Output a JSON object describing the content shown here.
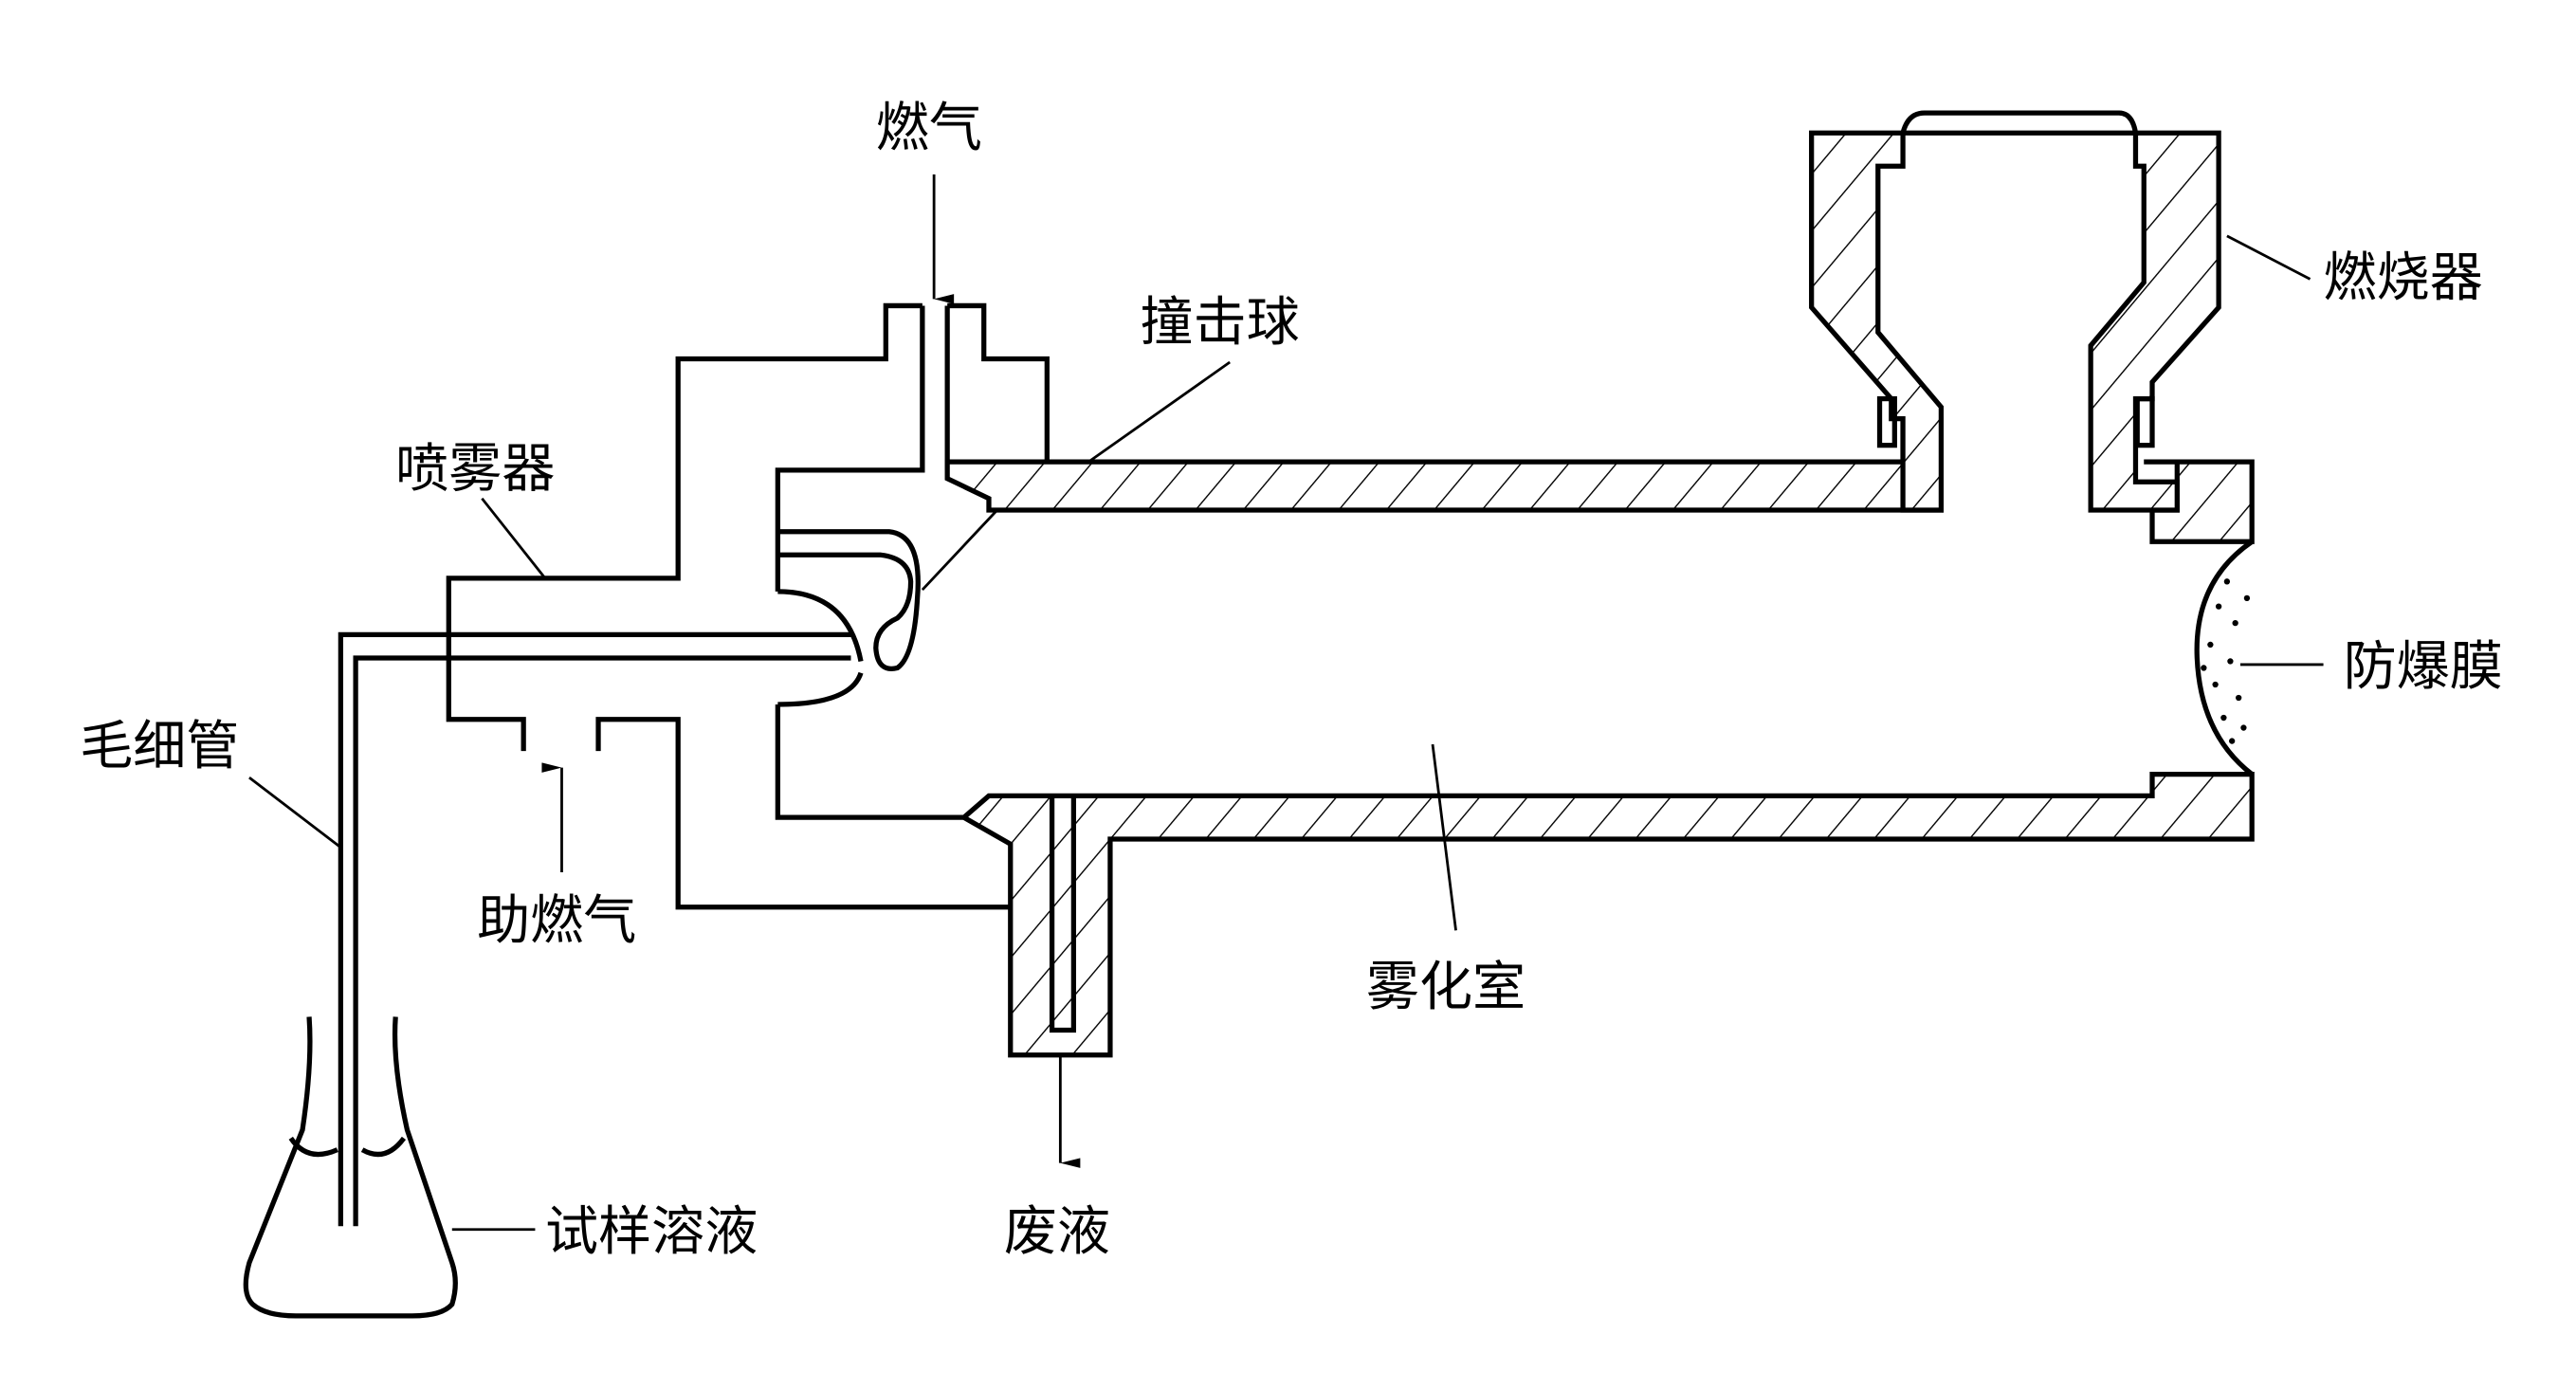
{
  "figure": {
    "subject": "Flame atomic absorption premix burner (atomizer) schematic",
    "colors": {
      "line": "#000000",
      "background": "#ffffff"
    }
  },
  "labels": {
    "fuel_gas": "燃气",
    "impact_bead": "撞击球",
    "nebulizer": "喷雾器",
    "capillary": "毛细管",
    "oxidant_gas": "助燃气",
    "sample_solution": "试样溶液",
    "waste_liquid": "废液",
    "spray_chamber": "雾化室",
    "burner": "燃烧器",
    "explosion_membrane": "防爆膜"
  }
}
